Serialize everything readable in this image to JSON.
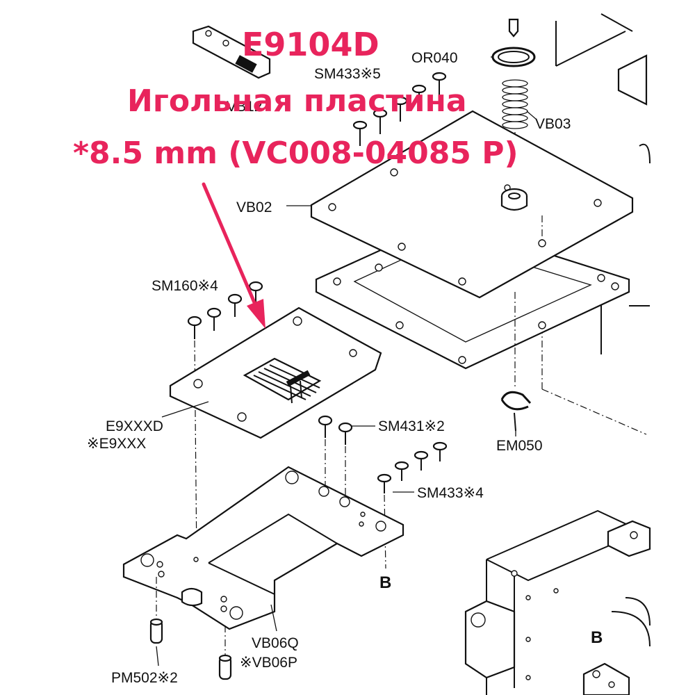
{
  "overlay": {
    "code": "E9104D",
    "name": "Игольная пластина",
    "spec": "*8.5 mm (VC008-04085 P)",
    "color": "#e8245c"
  },
  "labels": {
    "vb12": "VB12",
    "or040": "OR040",
    "sm433x5": "SM433※5",
    "vb03": "VB03",
    "vb02": "VB02",
    "sm160x4": "SM160※4",
    "e9xxxd": "E9XXXD",
    "e9xxx": "※E9XXX",
    "sm431x2": "SM431※2",
    "em050": "EM050",
    "sm433x4": "SM433※4",
    "b1": "B",
    "b2": "B",
    "vb06q": "VB06Q",
    "vb06p": "※VB06P",
    "pm502x2": "PM502※2"
  }
}
